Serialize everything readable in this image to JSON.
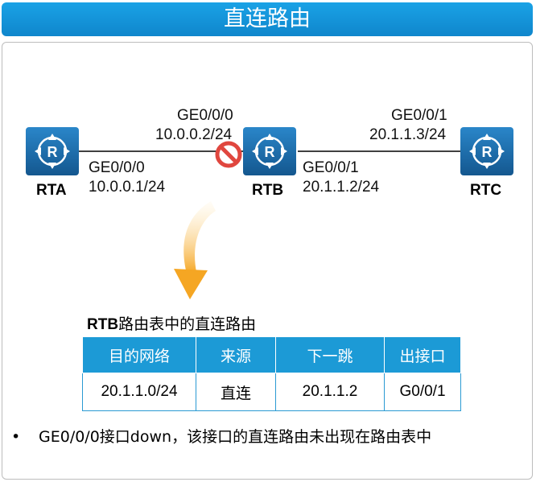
{
  "title": "直连路由",
  "nodes": {
    "rta": "RTA",
    "rtb": "RTB",
    "rtc": "RTC"
  },
  "interfaces": {
    "rta_if": "GE0/0/0",
    "rta_ip": "10.0.0.1/24",
    "rtb_left_if": "GE0/0/0",
    "rtb_left_ip": "10.0.0.2/24",
    "rtb_right_if": "GE0/0/1",
    "rtb_right_ip": "20.1.1.2/24",
    "rtc_if": "GE0/0/1",
    "rtc_ip": "20.1.1.3/24"
  },
  "table": {
    "caption_bold": "RTB",
    "caption_rest": "路由表中的直连路由",
    "headers": [
      "目的网络",
      "来源",
      "下一跳",
      "出接口"
    ],
    "rows": [
      [
        "20.1.1.0/24",
        "直连",
        "20.1.1.2",
        "G0/0/1"
      ]
    ]
  },
  "note": "GE0/0/0接口down，该接口的直连路由未出现在路由表中",
  "colors": {
    "title_bar": "#1aa2e6",
    "router": "#1b6fae",
    "table_header": "#1c9ad6",
    "down_icon": "#e0473f",
    "arrow": "#f5a623"
  }
}
